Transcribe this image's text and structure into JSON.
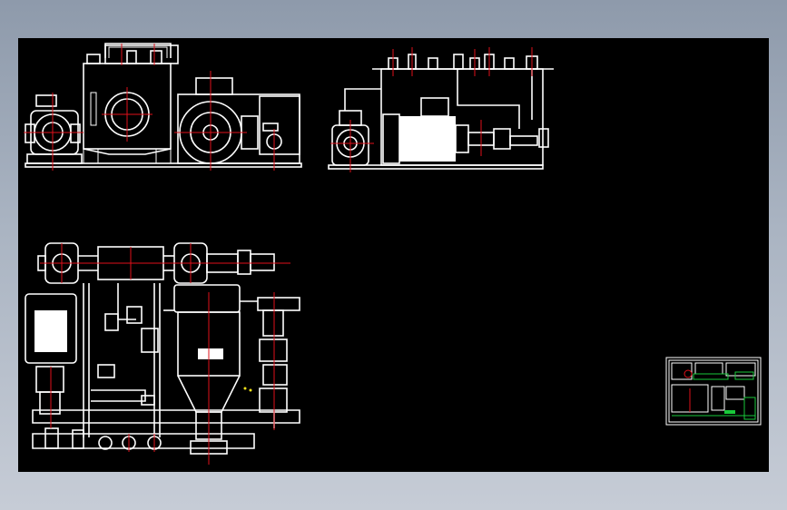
{
  "drawing": {
    "background": "#000000",
    "outline_color": "#ffffff",
    "centerline_color": "#e0101a",
    "dimension_color": "#f2e21a",
    "titleblock_color": "#19c93a"
  },
  "views": [
    {
      "id": "front-elevation"
    },
    {
      "id": "side-elevation"
    },
    {
      "id": "plan-view"
    },
    {
      "id": "sheet-thumbnail"
    }
  ]
}
